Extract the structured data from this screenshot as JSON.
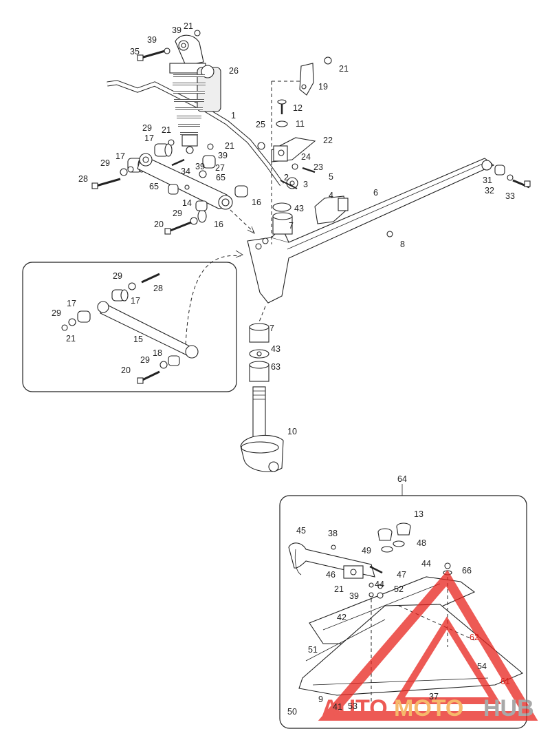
{
  "callouts": [
    {
      "id": "c1",
      "text": "1"
    },
    {
      "id": "c2",
      "text": "2"
    },
    {
      "id": "c3",
      "text": "3"
    },
    {
      "id": "c4",
      "text": "4"
    },
    {
      "id": "c5",
      "text": "5"
    },
    {
      "id": "c6",
      "text": "6"
    },
    {
      "id": "c7a",
      "text": "7"
    },
    {
      "id": "c7b",
      "text": "7"
    },
    {
      "id": "c8",
      "text": "8"
    },
    {
      "id": "c9",
      "text": "9"
    },
    {
      "id": "c10",
      "text": "10"
    },
    {
      "id": "c11",
      "text": "11"
    },
    {
      "id": "c12",
      "text": "12"
    },
    {
      "id": "c13",
      "text": "13"
    },
    {
      "id": "c14",
      "text": "14"
    },
    {
      "id": "c15",
      "text": "15"
    },
    {
      "id": "c16a",
      "text": "16"
    },
    {
      "id": "c16b",
      "text": "16"
    },
    {
      "id": "c17a",
      "text": "17"
    },
    {
      "id": "c17b",
      "text": "17"
    },
    {
      "id": "c17c",
      "text": "17"
    },
    {
      "id": "c17d",
      "text": "17"
    },
    {
      "id": "c18",
      "text": "18"
    },
    {
      "id": "c19",
      "text": "19"
    },
    {
      "id": "c20a",
      "text": "20"
    },
    {
      "id": "c20b",
      "text": "20"
    },
    {
      "id": "c21a",
      "text": "21"
    },
    {
      "id": "c21b",
      "text": "21"
    },
    {
      "id": "c21c",
      "text": "21"
    },
    {
      "id": "c21d",
      "text": "21"
    },
    {
      "id": "c21e",
      "text": "21"
    },
    {
      "id": "c21f",
      "text": "21"
    },
    {
      "id": "c22",
      "text": "22"
    },
    {
      "id": "c23",
      "text": "23"
    },
    {
      "id": "c24",
      "text": "24"
    },
    {
      "id": "c25",
      "text": "25"
    },
    {
      "id": "c26",
      "text": "26"
    },
    {
      "id": "c27",
      "text": "27"
    },
    {
      "id": "c28a",
      "text": "28"
    },
    {
      "id": "c28b",
      "text": "28"
    },
    {
      "id": "c29a",
      "text": "29"
    },
    {
      "id": "c29b",
      "text": "29"
    },
    {
      "id": "c29c",
      "text": "29"
    },
    {
      "id": "c29d",
      "text": "29"
    },
    {
      "id": "c29e",
      "text": "29"
    },
    {
      "id": "c29f",
      "text": "29"
    },
    {
      "id": "c31",
      "text": "31"
    },
    {
      "id": "c32",
      "text": "32"
    },
    {
      "id": "c33",
      "text": "33"
    },
    {
      "id": "c34",
      "text": "34"
    },
    {
      "id": "c35",
      "text": "35"
    },
    {
      "id": "c37",
      "text": "37"
    },
    {
      "id": "c38",
      "text": "38"
    },
    {
      "id": "c39a",
      "text": "39"
    },
    {
      "id": "c39b",
      "text": "39"
    },
    {
      "id": "c39c",
      "text": "39"
    },
    {
      "id": "c39d",
      "text": "39"
    },
    {
      "id": "c39e",
      "text": "39"
    },
    {
      "id": "c41",
      "text": "41"
    },
    {
      "id": "c42",
      "text": "42"
    },
    {
      "id": "c43a",
      "text": "43"
    },
    {
      "id": "c43b",
      "text": "43"
    },
    {
      "id": "c44a",
      "text": "44"
    },
    {
      "id": "c44b",
      "text": "44"
    },
    {
      "id": "c45",
      "text": "45"
    },
    {
      "id": "c46",
      "text": "46"
    },
    {
      "id": "c47",
      "text": "47"
    },
    {
      "id": "c48",
      "text": "48"
    },
    {
      "id": "c49",
      "text": "49"
    },
    {
      "id": "c50",
      "text": "50"
    },
    {
      "id": "c51",
      "text": "51"
    },
    {
      "id": "c52",
      "text": "52"
    },
    {
      "id": "c53",
      "text": "53"
    },
    {
      "id": "c54",
      "text": "54"
    },
    {
      "id": "c61",
      "text": "61"
    },
    {
      "id": "c62",
      "text": "62"
    },
    {
      "id": "c63",
      "text": "63"
    },
    {
      "id": "c64",
      "text": "64"
    },
    {
      "id": "c65a",
      "text": "65"
    },
    {
      "id": "c65b",
      "text": "65"
    },
    {
      "id": "c66",
      "text": "66"
    }
  ],
  "watermark": {
    "part1": "AUTO",
    "part2": "MOTO",
    "part3": "HUB",
    "color_red": "#e8231d",
    "color_orange": "#f4a23a",
    "color_gray": "#8c8c8c"
  }
}
